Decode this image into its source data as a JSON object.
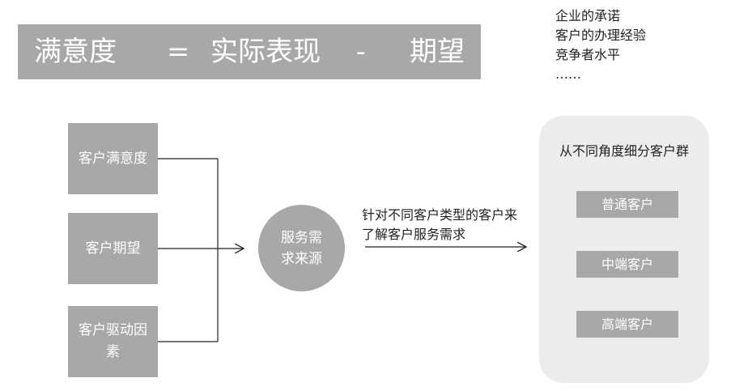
{
  "formula": {
    "satisfaction": "满意度",
    "equals": "=",
    "performance": "实际表现",
    "minus": "-",
    "expectation": "期望"
  },
  "expectation_factors": [
    "企业的承诺",
    "客户的办理经验",
    "竞争者水平",
    "……"
  ],
  "inputs": [
    "客户满意度",
    "客户期望",
    "客户驱动因素"
  ],
  "hub": "服务需求来源",
  "arrow_label": "针对不同客户类型的客户来了解客户服务需求",
  "segmentation": {
    "title": "从不同角度细分客户群",
    "segments": [
      "普通客户",
      "中端客户",
      "高端客户"
    ]
  },
  "colors": {
    "box_fill": "#a8a8a8",
    "panel_fill": "#ececec",
    "line": "#222222"
  }
}
